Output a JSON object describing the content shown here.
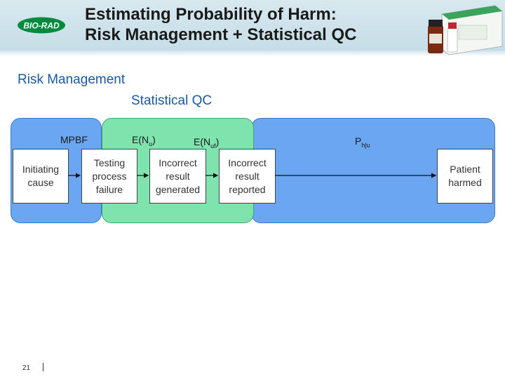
{
  "header": {
    "logo_text": "BIO-RAD",
    "title_line1": "Estimating Probability of Harm:",
    "title_line2": "Risk Management + Statistical QC"
  },
  "subtitles": {
    "line1": "Risk Management",
    "line2": "Statistical QC"
  },
  "diagram": {
    "labels": {
      "mpbf": "MPBF",
      "enu_main": "E(N",
      "enu_sub": "u",
      "enu_close": ")",
      "enuf_main": "E(N",
      "enuf_sub": "uf",
      "enuf_close": ")",
      "ph_main": "P",
      "ph_sub": "h|u"
    },
    "boxes": [
      {
        "text": "Initiating\ncause"
      },
      {
        "text": "Testing\nprocess\nfailure"
      },
      {
        "text": "Incorrect\nresult\ngenerated"
      },
      {
        "text": "Incorrect\nresult\nreported"
      },
      {
        "text": "Patient\nharmed"
      }
    ],
    "colors": {
      "blue_region": "#6aa6f2",
      "green_region": "#7ee3ad"
    }
  },
  "footer": {
    "page_number": "21"
  }
}
